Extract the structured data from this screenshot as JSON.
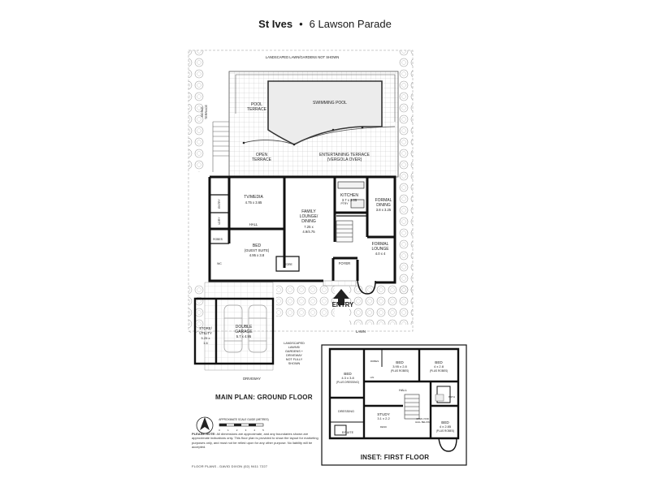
{
  "header": {
    "suburb": "St Ives",
    "separator": "•",
    "address": "6 Lawson Parade"
  },
  "outdoor": {
    "lawn_note": "LANDSCAPED LAWN/GARDENS NOT SHOWN",
    "pool": "SWIMMING POOL",
    "pool_terrace_line1": "POOL",
    "pool_terrace_line2": "TERRACE",
    "open_terrace_line1": "OPEN",
    "open_terrace_line2": "TERRACE",
    "entertaining_line1": "ENTERTAINING TERRACE",
    "entertaining_line2": "(VERGOLA OVER)",
    "side_terrace_line1": "SIDING",
    "side_terrace_line2": "TERRACE",
    "lawn": "LAWN",
    "driveway": "DRIVEWAY",
    "front_note_lines": [
      "LANDSCAPED",
      "LAWNS/",
      "GARDENS +",
      "DRIVEWAY",
      "NOT FULLY",
      "SHOWN"
    ],
    "entry": "ENTRY"
  },
  "ground_floor": {
    "heading": "MAIN PLAN: GROUND FLOOR",
    "rooms": {
      "tv_name": "TV/MEDIA",
      "tv_dim": "4.75 x 3.65",
      "family_name_1": "FAMILY",
      "family_name_2": "LOUNGE/",
      "family_name_3": "DINING",
      "family_dim_1": "7.25 x",
      "family_dim_2": "4.9/4.75",
      "kitchen_name": "KITCHEN",
      "kitchen_dim": "3.7 x 3.05",
      "formal_dining_1": "FORMAL",
      "formal_dining_2": "DINING",
      "formal_dining_dim": "3.8 x 3.25",
      "formal_lounge_1": "FORMAL",
      "formal_lounge_2": "LOUNGE",
      "formal_lounge_dim": "4.0 x 4",
      "bed_name_1": "BED",
      "bed_name_2": "(GUEST SUITE)",
      "bed_dim": "4.95 x 3.8",
      "hall": "HALL",
      "foyer": "FOYER",
      "robes": "ROBES",
      "store": "STORE",
      "entry_small": "ENTRY",
      "laundry": "LDRY",
      "pantry": "PTRY",
      "wc": "WC",
      "garage_1": "DOUBLE",
      "garage_2": "GARAGE",
      "garage_dim": "5.7 x 4.95",
      "store_util_1": "STORE/",
      "store_util_2": "UTILITY",
      "store_util_dim_1": "5.25 x",
      "store_util_dim_2": "1.6"
    }
  },
  "first_floor": {
    "heading": "INSET: FIRST FLOOR",
    "rooms": {
      "bed1": "BED",
      "bed1_dim": "4.3 x 3.8",
      "bed1_note": "(PLUS DRESSING)",
      "bed2": "BED",
      "bed2_dim": "3.95 x 2.8",
      "bed2_note": "(PLUS ROBES)",
      "bed3": "BED",
      "bed3_dim": "4 x 2.8",
      "bed3_note": "(PLUS ROBES)",
      "bed4": "BED",
      "bed4_dim": "4 x 2.85",
      "bed4_note": "(PLUS ROBES)",
      "study": "STUDY",
      "study_dim": "3.1 x 2.2",
      "dressing": "DRESSING",
      "ensuite": "E/SUITE",
      "robes": "ROBES",
      "hall": "HALL",
      "bath": "BATH",
      "lin": "LIN",
      "desk": "DESK",
      "void_note_1": "OPEN VOID",
      "void_note_2": "HALL BELOW"
    }
  },
  "scale": {
    "label": "APPROXIMATE SCALE GUIDE (METRES)",
    "ticks": [
      "0",
      "1",
      "2",
      "3",
      "4",
      "5"
    ]
  },
  "notice": {
    "lead": "PLEASE NOTE:",
    "text": "All dimensions are approximate, and any boundaries shown are approximate indications only. This floor plan is provided to show the layout for marketing purposes only, and must not be relied upon for any other purpose. No liability will be accepted."
  },
  "credit": "FLOOR PLANS - DAVID DIXON (02) 9411 7227"
}
